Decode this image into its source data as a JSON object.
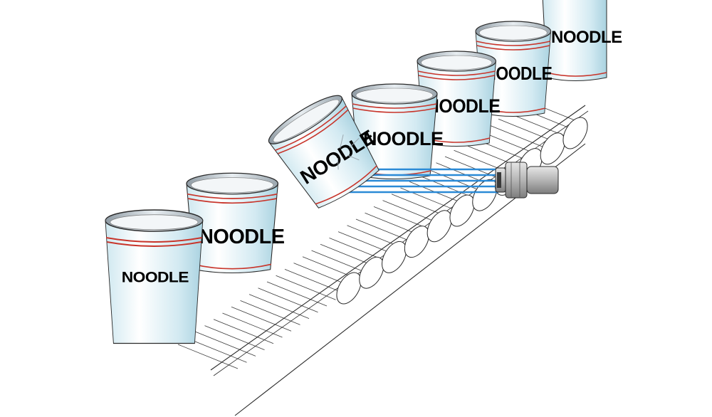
{
  "cups": [
    {
      "label": "NOODLE"
    },
    {
      "label": "NOODLE"
    },
    {
      "label": "NOODLE"
    },
    {
      "label": "NOODLE"
    },
    {
      "label": "NOODLE"
    },
    {
      "label": "NOODLE"
    },
    {
      "label": "NOODLE"
    }
  ],
  "colors": {
    "cup_band": "#c8342a",
    "cup_body_light": "#ffffff",
    "cup_body_tint": "#bfe0ea",
    "beam": "#2b8ad6",
    "sensor_body": "#b9b9b9",
    "outline": "#2a2a2a"
  },
  "icons": {
    "sensor": "photoelectric-sensor-icon"
  }
}
